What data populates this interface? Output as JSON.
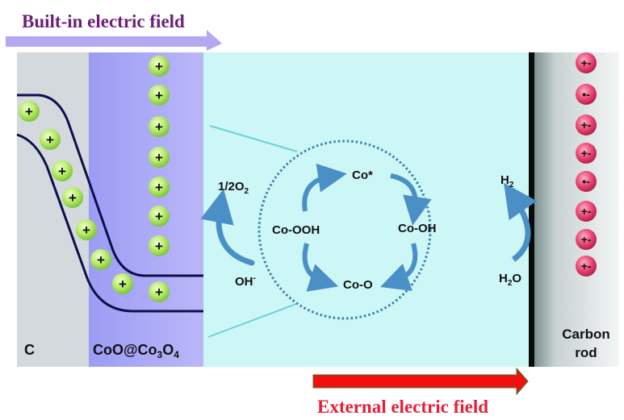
{
  "title_top": "Built-in electric field",
  "title_bottom": "External electric field",
  "colors": {
    "builtin_text": "#6b1f78",
    "builtin_arrow": "#b2a9f2",
    "external_text": "#e0213a",
    "external_arrow": "#f20f0f",
    "carbon_region": "#d3d9dd",
    "coo_region": "#aeaef6",
    "electrolyte": "#cdf6f6",
    "cycle_arrow": "#4a90c6",
    "hole_particle": "#b5ec6a",
    "pink_particle": "#e8406e"
  },
  "regions": {
    "carbon_label": "C",
    "coo_label_main": "CoO@Co",
    "coo_sub1": "3",
    "coo_mid": "O",
    "coo_sub2": "4",
    "rod_label_line1": "Carbon",
    "rod_label_line2": "rod"
  },
  "particles": {
    "hole_symbol": "+",
    "pink_symbols": [
      "+-",
      "•-",
      "+-",
      "+-",
      "•-",
      "+-",
      "+-",
      "+-"
    ]
  },
  "oer": {
    "o2_main": "1/2O",
    "o2_sub": "2",
    "oh_main": "OH",
    "oh_sup": "-"
  },
  "cycle": {
    "top": "Co*",
    "left": "Co-OOH",
    "right": "Co-OH",
    "bottom": "Co-O"
  },
  "her": {
    "h2_main": "H",
    "h2_sub": "2",
    "h2o_main": "H",
    "h2o_sub": "2",
    "h2o_end": "O"
  }
}
